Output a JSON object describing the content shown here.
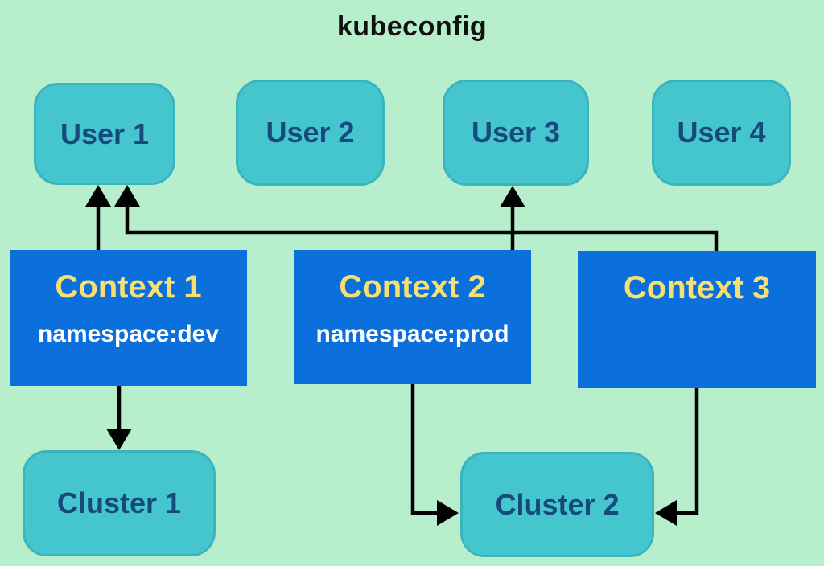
{
  "title": "kubeconfig",
  "users": [
    {
      "label": "User 1"
    },
    {
      "label": "User 2"
    },
    {
      "label": "User 3"
    },
    {
      "label": "User 4"
    }
  ],
  "contexts": [
    {
      "label": "Context 1",
      "namespace": "namespace:dev"
    },
    {
      "label": "Context 2",
      "namespace": "namespace:prod"
    },
    {
      "label": "Context 3",
      "namespace": ""
    }
  ],
  "clusters": [
    {
      "label": "Cluster 1"
    },
    {
      "label": "Cluster 2"
    }
  ],
  "edges": [
    {
      "from": "Context 1",
      "to": "User 1"
    },
    {
      "from": "Context 3",
      "to": "User 1"
    },
    {
      "from": "Context 2",
      "to": "User 3"
    },
    {
      "from": "Context 1",
      "to": "Cluster 1"
    },
    {
      "from": "Context 2",
      "to": "Cluster 2"
    },
    {
      "from": "Context 3",
      "to": "Cluster 2"
    }
  ],
  "colors": {
    "background": "#b7efcc",
    "user_cluster_fill": "#45c6cf",
    "user_cluster_border": "#3cb4be",
    "context_fill": "#0b70dc",
    "navy_text": "#17497d",
    "context_title_text": "#f8df72",
    "namespace_text": "#ffffff",
    "arrow": "#000000"
  }
}
